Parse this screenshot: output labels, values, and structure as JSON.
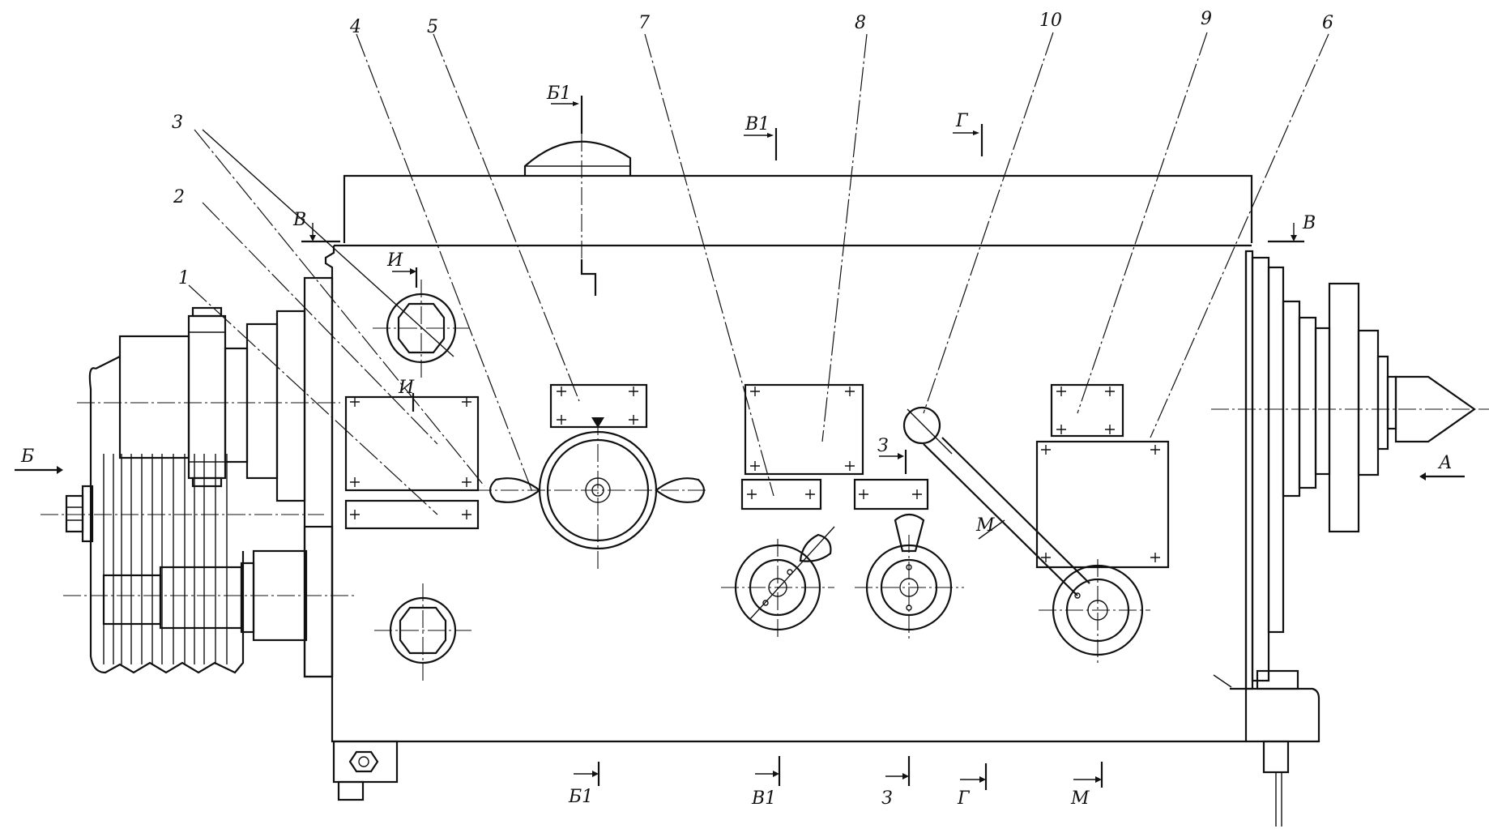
{
  "callouts": [
    "1",
    "2",
    "3",
    "4",
    "5",
    "6",
    "7",
    "8",
    "9",
    "10"
  ],
  "section_marks": {
    "b1_top": "Б1",
    "v1_top": "В1",
    "g_top": "Г",
    "b1_bot": "Б1",
    "v1_bot": "В1",
    "z_bot": "З",
    "g_bot": "Г",
    "m_bot": "М",
    "v_left": "В",
    "v_right": "В",
    "i_top": "И",
    "i_bot": "И",
    "z_mid": "З",
    "m_mid": "М",
    "b_arrow": "Б",
    "a_arrow": "А"
  }
}
